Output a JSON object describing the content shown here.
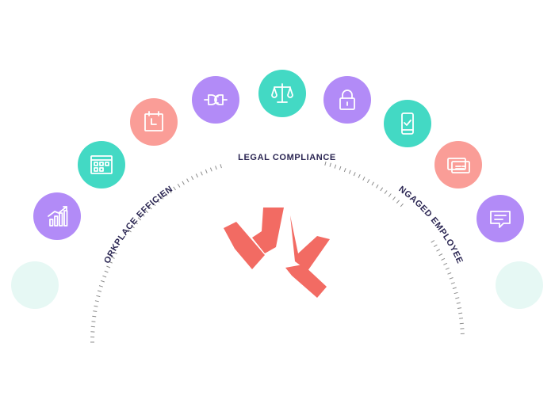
{
  "labels": {
    "left": "WORKPLACE EFFICIENCY",
    "top": "LEGAL COMPLIANCE",
    "right": "ENGAGED EMPLOYEES"
  },
  "icons": [
    {
      "name": "bar-chart-icon",
      "color": "#b28bf7"
    },
    {
      "name": "schedule-grid-icon",
      "color": "#43d9c4"
    },
    {
      "name": "calendar-clock-icon",
      "color": "#fa9d97"
    },
    {
      "name": "plug-icon",
      "color": "#b28bf7"
    },
    {
      "name": "scales-icon",
      "color": "#43d9c4"
    },
    {
      "name": "lock-icon",
      "color": "#b28bf7"
    },
    {
      "name": "mobile-check-icon",
      "color": "#43d9c4"
    },
    {
      "name": "cards-icon",
      "color": "#fa9d97"
    },
    {
      "name": "chat-bubble-icon",
      "color": "#b28bf7"
    }
  ],
  "colors": {
    "logo": "#f26b63",
    "label_text": "#2a2552",
    "ticks": "#8c8c8c",
    "mound": "#e6f8f4"
  }
}
